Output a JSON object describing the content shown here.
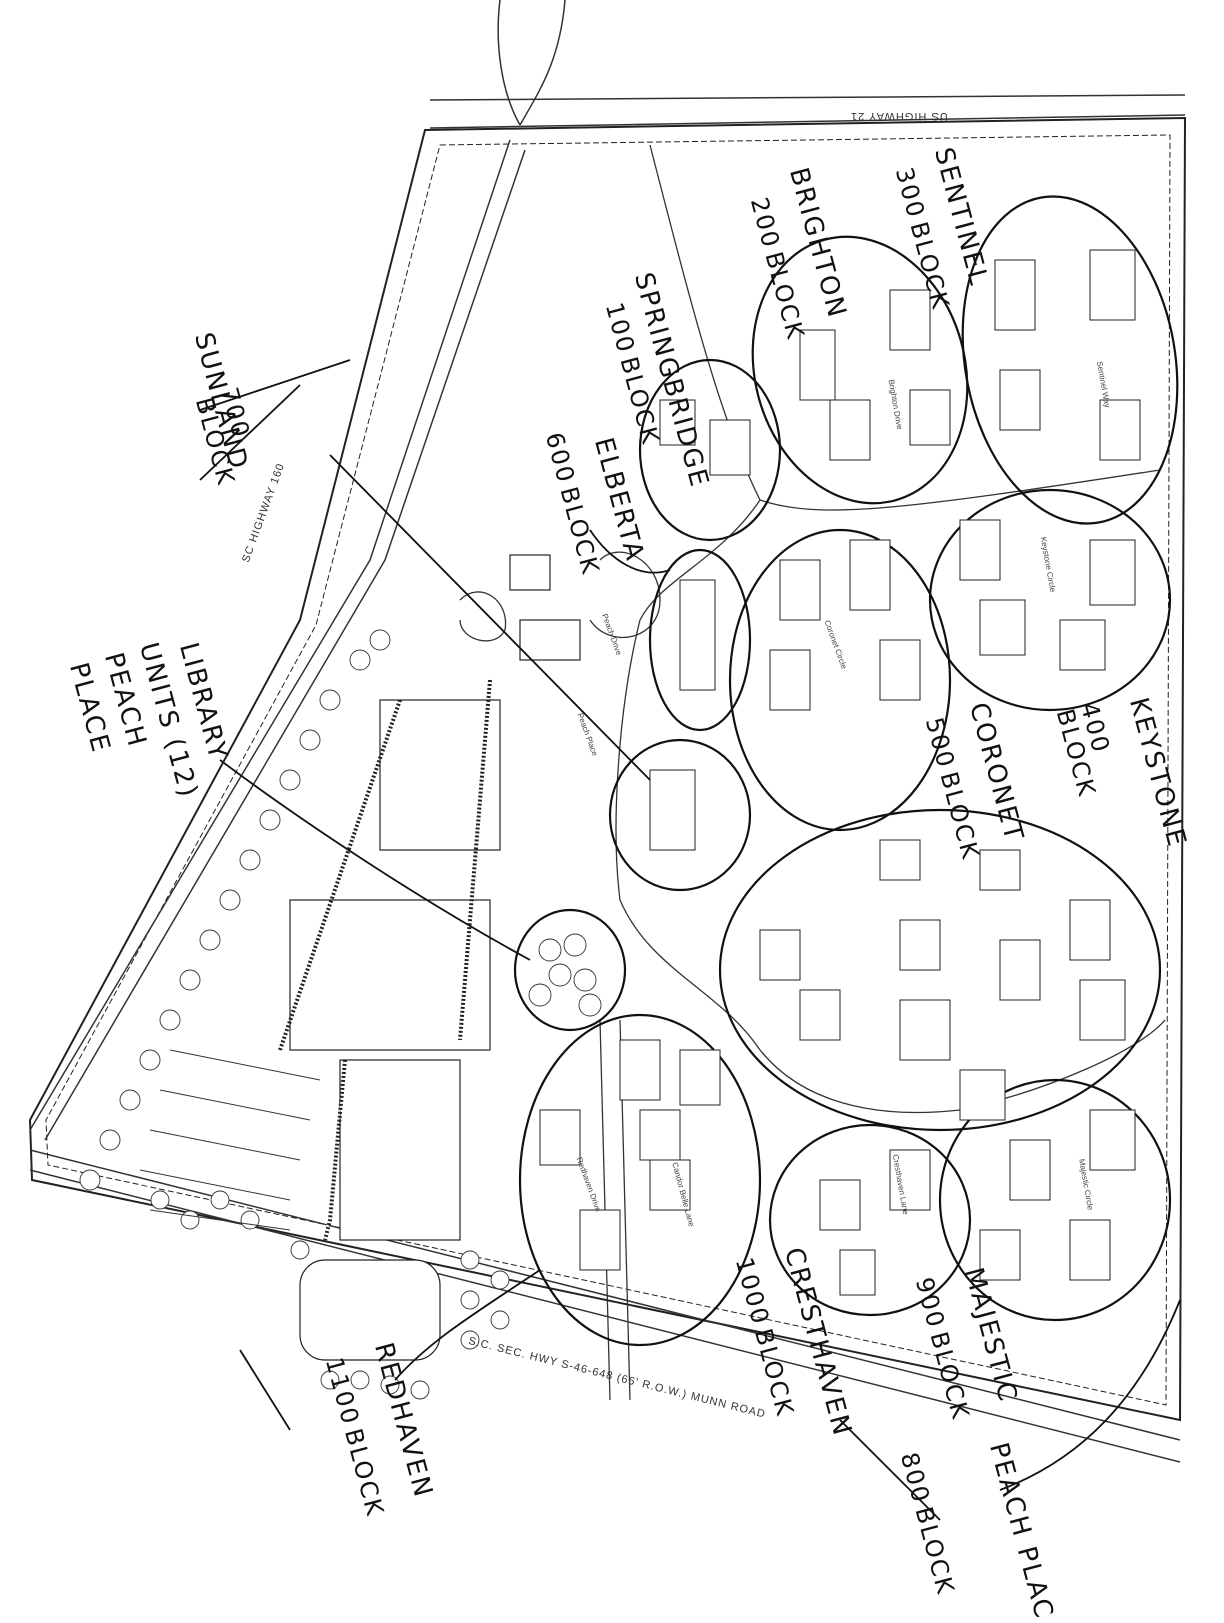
{
  "roads": {
    "top": "US HIGHWAY 21",
    "left": "SC HIGHWAY 160",
    "bottom": "S.C. SEC. HWY S-46-648 (66' R.O.W.) MUNN ROAD"
  },
  "blocks": [
    {
      "name": "SUNLAND",
      "block": "700",
      "suffix": "BLOCK"
    },
    {
      "name": "SPRINGBRIDGE",
      "block": "100",
      "suffix": "BLOCK"
    },
    {
      "name": "BRIGHTON",
      "block": "200",
      "suffix": "BLOCK"
    },
    {
      "name": "SENTINEL",
      "block": "300",
      "suffix": "BLOCK"
    },
    {
      "name": "ELBERTA",
      "block": "600",
      "suffix": "BLOCK"
    },
    {
      "name": "KEYSTONE",
      "block": "400",
      "suffix": "BLOCK"
    },
    {
      "name": "CORONET",
      "block": "500",
      "suffix": "BLOCK"
    },
    {
      "name": "CRESTHAVEN",
      "block": "1000",
      "suffix": "BLOCK"
    },
    {
      "name": "MAJESTIC",
      "block": "900",
      "suffix": "BLOCK"
    },
    {
      "name": "REDHAVEN",
      "block": "1100",
      "suffix": "BLOCK"
    },
    {
      "name": "PEACH PLAC",
      "block": "800",
      "suffix": "BLOCK"
    }
  ],
  "library": {
    "line1": "LIBRARY",
    "line2": "UNITS (12)",
    "line3": "PEACH",
    "line4": "PLACE"
  },
  "streets": [
    "Peach Drive",
    "Peach Place",
    "Coronet Circle",
    "Keystone Circle",
    "Sentinel Way",
    "Brighton Drive",
    "Cresthaven Lane",
    "Majestic Circle",
    "Redhaven Drive",
    "Candor Belle Lane"
  ],
  "colors": {
    "ink": "#1a1a1a",
    "paper": "#ffffff",
    "pencil": "#111111"
  }
}
